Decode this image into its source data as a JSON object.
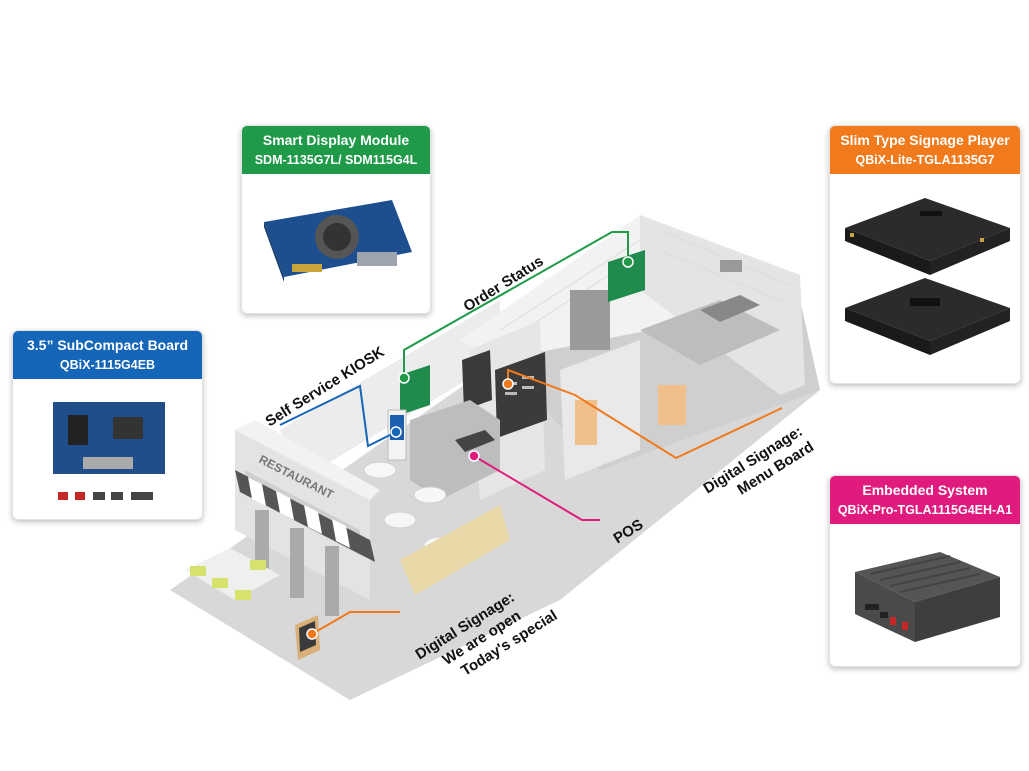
{
  "cards": {
    "smart_display": {
      "title": "Smart Display Module",
      "model": "SDM-1135G7L/ SDM115G4L",
      "color": "#1e9a48"
    },
    "subcompact": {
      "title": "3.5” SubCompact Board",
      "model": "QBiX-1115G4EB",
      "color": "#1565b8"
    },
    "slim_player": {
      "title": "Slim Type Signage Player",
      "model": "QBiX-Lite-TGLA1135G7",
      "color": "#f07a1c"
    },
    "embedded": {
      "title": "Embedded System",
      "model": "QBiX-Pro-TGLA1115G4EH-A1",
      "color": "#e01b7d"
    }
  },
  "callouts": {
    "order_status": "Order Status",
    "kiosk": "Self Service KIOSK",
    "menu_board_1": "Digital Signage:",
    "menu_board_2": "Menu Board",
    "pos": "POS",
    "open_1": "Digital Signage:",
    "open_2": "We are open",
    "open_3": "Today's special"
  },
  "storefront_sign": "RESTAURANT",
  "colors": {
    "green": "#1e9a48",
    "blue": "#1565b8",
    "orange": "#f07a1c",
    "pink": "#e01b7d"
  }
}
